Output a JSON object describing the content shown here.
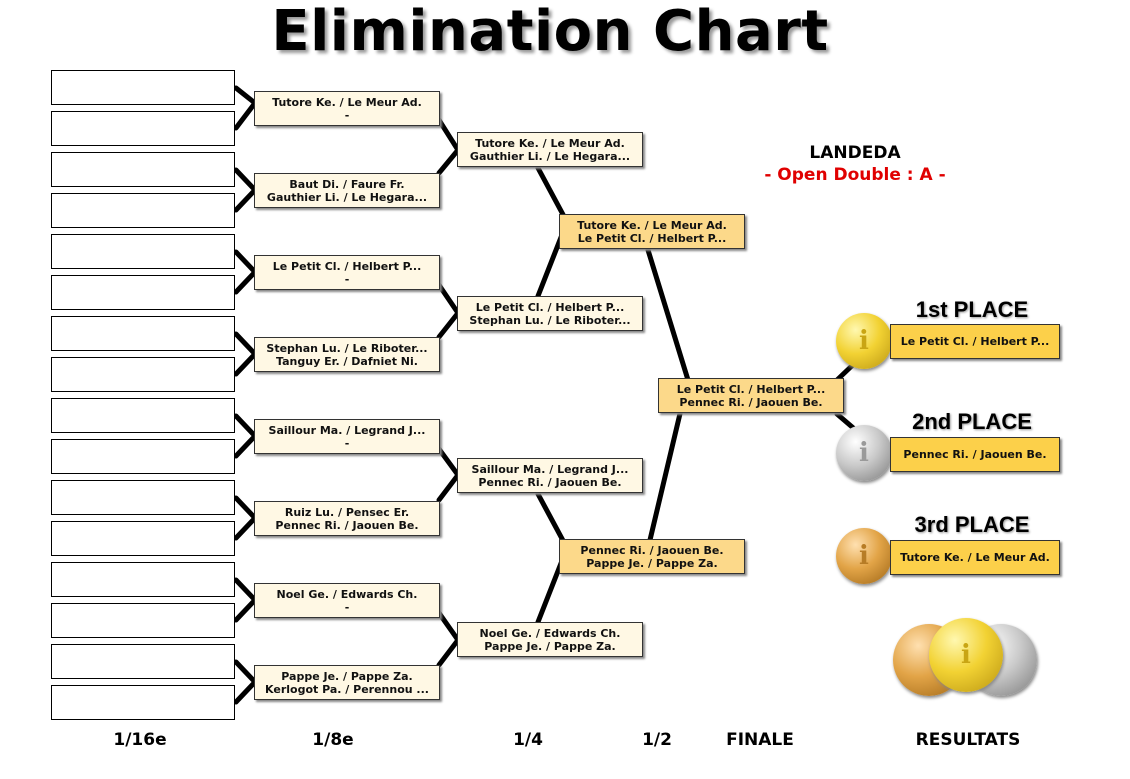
{
  "title": "Elimination Chart",
  "event": {
    "name": "LANDEDA",
    "category": "- Open Double : A -"
  },
  "round_labels": [
    "1/16e",
    "1/8e",
    "1/4",
    "1/2",
    "FINALE",
    "RESULTATS"
  ],
  "round16_slots": 16,
  "round8": [
    {
      "team1": "Tutore Ke. / Le Meur Ad.",
      "team2": "-"
    },
    {
      "team1": "Baut Di. / Faure Fr.",
      "team2": "Gauthier Li. / Le Hegara..."
    },
    {
      "team1": "Le Petit Cl. / Helbert P...",
      "team2": "-"
    },
    {
      "team1": "Stephan Lu. / Le Riboter...",
      "team2": "Tanguy Er. / Dafniet Ni."
    },
    {
      "team1": "Saillour Ma. / Legrand J...",
      "team2": "-"
    },
    {
      "team1": "Ruiz Lu. / Pensec Er.",
      "team2": "Pennec Ri. / Jaouen Be."
    },
    {
      "team1": "Noel Ge. / Edwards Ch.",
      "team2": "-"
    },
    {
      "team1": "Pappe Je. / Pappe Za.",
      "team2": "Kerlogot Pa. / Perennou ..."
    }
  ],
  "quarter": [
    {
      "team1": "Tutore Ke. / Le Meur Ad.",
      "team2": "Gauthier Li. / Le Hegara..."
    },
    {
      "team1": "Le Petit Cl. / Helbert P...",
      "team2": "Stephan Lu. / Le Riboter..."
    },
    {
      "team1": "Saillour Ma. / Legrand J...",
      "team2": "Pennec Ri. / Jaouen Be."
    },
    {
      "team1": "Noel Ge. / Edwards Ch.",
      "team2": "Pappe Je. / Pappe Za."
    }
  ],
  "semi": [
    {
      "team1": "Tutore Ke. / Le Meur Ad.",
      "team2": "Le Petit Cl. / Helbert P..."
    },
    {
      "team1": "Pennec Ri. / Jaouen Be.",
      "team2": "Pappe Je. / Pappe Za."
    }
  ],
  "final": {
    "team1": "Le Petit Cl. / Helbert P...",
    "team2": "Pennec Ri. / Jaouen Be."
  },
  "results": [
    {
      "place": "1st PLACE",
      "team": "Le Petit Cl. / Helbert P...",
      "medal": "gold",
      "color": "#f2d233"
    },
    {
      "place": "2nd PLACE",
      "team": "Pennec Ri. / Jaouen Be.",
      "medal": "silver",
      "color": "#c9c9c9"
    },
    {
      "place": "3rd PLACE",
      "team": "Tutore Ke. / Le Meur Ad.",
      "medal": "bronze",
      "color": "#e2a447"
    }
  ],
  "colors": {
    "match_bg": "#fff8e4",
    "advanced_bg": "#fcd98a",
    "result_bg": "#fcd04a",
    "category_red": "#e00000"
  }
}
